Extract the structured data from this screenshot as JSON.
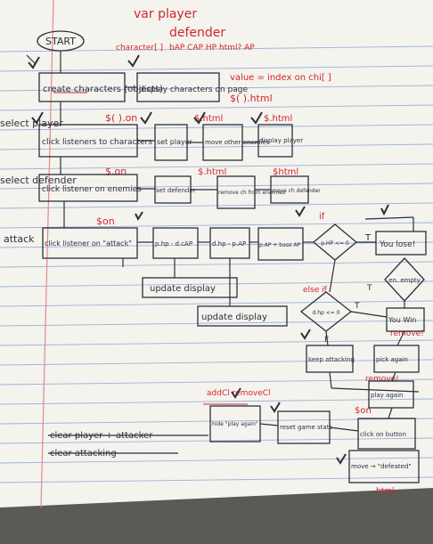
{
  "red_notes": {
    "var_player": "var player",
    "defender": "defender",
    "character_arr": "character[ ]",
    "hp_ap_cap_html": "bAP CAP HP html? AP",
    "value_index": "value = index on chi[ ]",
    "html_jq": "$( ).html",
    "on1": "$( ).on",
    "html1": "$.html",
    "html2": "$.html",
    "on2": "$.on",
    "html3": "$.html",
    "html4": "$html",
    "on3": "$on",
    "if1": "if",
    "else_if": "else if",
    "remove1": "remove!",
    "remove2": "remove!",
    "add_class": "addCl removeCl",
    "on4": "$on",
    "html5": "html"
  },
  "labels": {
    "start": "START",
    "select_player": "select player",
    "select_defender": "select defender",
    "attack": "attack"
  },
  "boxes": {
    "create": "create characters (objects)",
    "display": "display characters on page",
    "click_char": "click listeners to characters",
    "set_player": "set player",
    "move_others": "move other enemies",
    "display_player": "display player",
    "click_enemies": "click listener on enemies",
    "set_defender": "set defender",
    "remove_enemies": "remove ch from enemies",
    "move_defender": "move ch defender",
    "click_attack": "click listener on \"attack\"",
    "php_dcap": "p.hp - d.cAP",
    "dhp_pap": "d.hp - p.AP",
    "pap_base": "p.AP + base AP",
    "php_le0": "p.HP <= 0",
    "t1": "T",
    "you_lose": "You lose!",
    "update1": "update display",
    "update2": "update display",
    "en_empty": "en. empty",
    "dhp_le0": "d.hp <= 0",
    "t2": "T",
    "t3": "T",
    "f1": "F",
    "you_win": "You Win",
    "keep_attacking": "keep attacking",
    "pick_again": "pick again",
    "play_again": "play again",
    "click_button": "click on button",
    "reset": "reset game stats",
    "hide": "hide \"play again\"",
    "move_defeated": "move → \"defeated\"",
    "clear1": "clear player + attacker",
    "clear2": "clear attacking"
  }
}
